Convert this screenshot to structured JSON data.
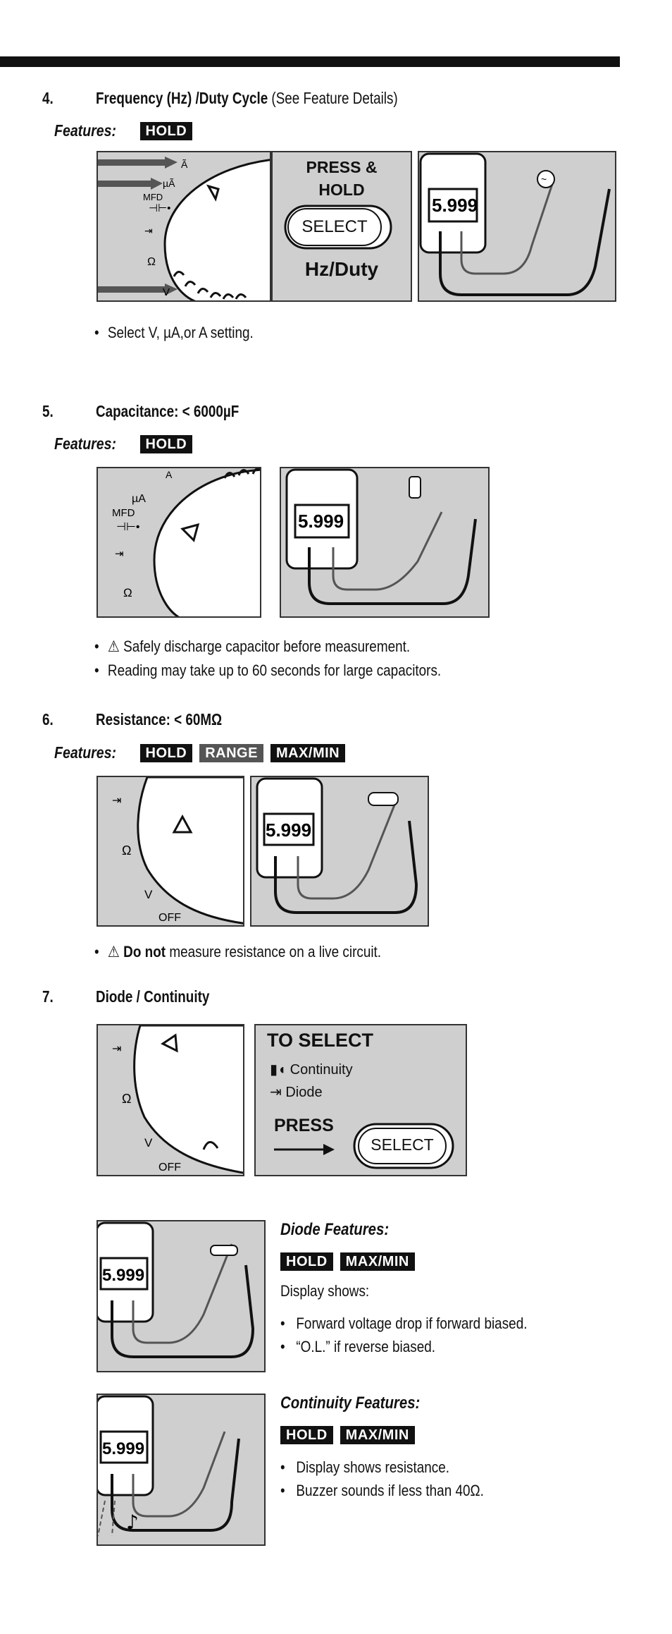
{
  "sections": [
    {
      "num": "4.",
      "title": "Frequency (Hz) /Duty Cycle",
      "title_suffix": " (See Feature Details)",
      "features_label": "Features:",
      "badges": [
        "HOLD"
      ],
      "dial_labels": [
        "Ã",
        "µÃ",
        "MFD",
        "Ω",
        "V"
      ],
      "press_panel": {
        "line1": "PRESS &",
        "line2": "HOLD",
        "button": "SELECT",
        "caption": "Hz/Duty"
      },
      "meter_reading": "5.999",
      "bullets": [
        "Select V, µA,or A setting."
      ]
    },
    {
      "num": "5.",
      "title": "Capacitance: < 6000µF",
      "features_label": "Features:",
      "badges": [
        "HOLD"
      ],
      "dial_labels": [
        "A",
        "µA",
        "MFD",
        "Ω"
      ],
      "meter_reading": "5.999",
      "bullets": [
        "Safely discharge capacitor before measurement.",
        "Reading may take up to 60 seconds for large capacitors."
      ]
    },
    {
      "num": "6.",
      "title": "Resistance: < 60MΩ",
      "features_label": "Features:",
      "badges": [
        "HOLD",
        "RANGE",
        "MAX/MIN"
      ],
      "dial_labels": [
        "Ω",
        "V",
        "OFF"
      ],
      "meter_reading": "5.999",
      "bullet_bold": "Do not",
      "bullet_rest": " measure resistance on a live circuit."
    },
    {
      "num": "7.",
      "title": "Diode / Continuity",
      "dial_labels": [
        "Ω",
        "V",
        "OFF"
      ],
      "select_panel": {
        "title": "TO SELECT",
        "item1": "Continuity",
        "item2": "Diode",
        "press": "PRESS",
        "button": "SELECT"
      },
      "diode": {
        "heading": "Diode Features:",
        "badges": [
          "HOLD",
          "MAX/MIN"
        ],
        "display_shows": "Display shows:",
        "bullets": [
          "Forward voltage drop if forward biased.",
          "“O.L.” if reverse biased."
        ]
      },
      "continuity": {
        "heading": "Continuity Features:",
        "badges": [
          "HOLD",
          "MAX/MIN"
        ],
        "bullets": [
          "Display shows resistance.",
          "Buzzer sounds if less than 40Ω."
        ]
      }
    }
  ]
}
